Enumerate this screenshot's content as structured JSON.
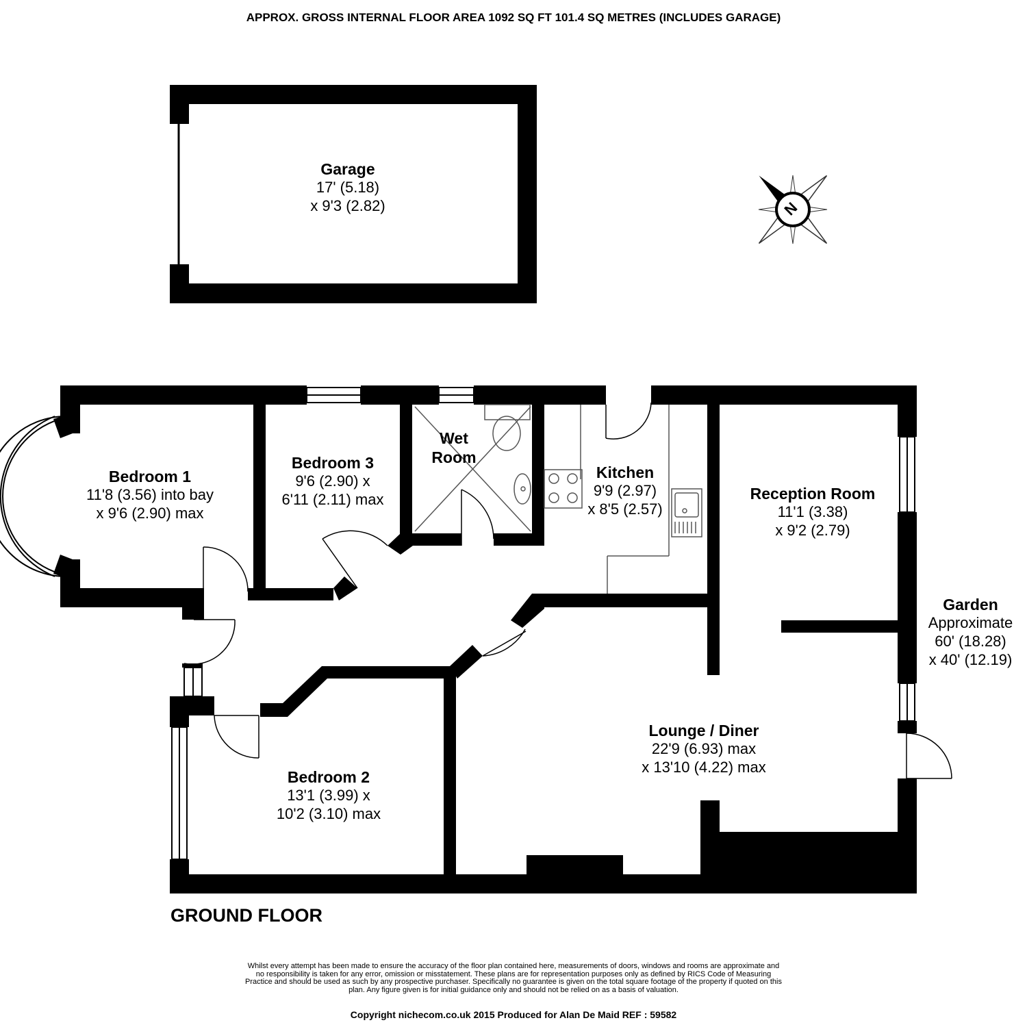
{
  "header": {
    "area_text": "APPROX. GROSS INTERNAL FLOOR AREA 1092 SQ FT 101.4 SQ METRES (INCLUDES GARAGE)"
  },
  "floor": {
    "name": "GROUND FLOOR"
  },
  "rooms": {
    "garage": {
      "name": "Garage",
      "dim1": "17' (5.18)",
      "dim2": "x 9'3 (2.82)"
    },
    "bedroom1": {
      "name": "Bedroom 1",
      "dim1": "11'8 (3.56) into bay",
      "dim2": "x 9'6 (2.90) max"
    },
    "bedroom3": {
      "name": "Bedroom 3",
      "dim1": "9'6 (2.90) x",
      "dim2": "6'11 (2.11) max"
    },
    "wetroom": {
      "name1": "Wet",
      "name2": "Room"
    },
    "kitchen": {
      "name": "Kitchen",
      "dim1": "9'9 (2.97)",
      "dim2": "x 8'5 (2.57)"
    },
    "reception": {
      "name": "Reception Room",
      "dim1": "11'1 (3.38)",
      "dim2": "x 9'2 (2.79)"
    },
    "lounge": {
      "name": "Lounge / Diner",
      "dim1": "22'9 (6.93) max",
      "dim2": "x 13'10 (4.22) max"
    },
    "bedroom2": {
      "name": "Bedroom 2",
      "dim1": "13'1 (3.99) x",
      "dim2": "10'2 (3.10) max"
    }
  },
  "garden": {
    "name": "Garden",
    "line1": "Approximate",
    "line2": "60' (18.28)",
    "line3": "x 40' (12.19)"
  },
  "compass": {
    "label": "N",
    "icon": "compass-rose-icon"
  },
  "footer": {
    "disclaimer": "Whilst every attempt has been made to ensure the accuracy of the floor plan contained here, measurements of doors, windows and rooms are approximate and no responsibility is taken for any error, omission or misstatement. These plans are for representation purposes only as defined by RICS Code of Measuring Practice and should be used as such by any prospective purchaser. Specifically no guarantee is given on the total square footage of the property if quoted on this plan. Any figure given is for initial guidance only and should not be relied on as a basis of valuation.",
    "copyright": "Copyright nichecom.co.uk 2015   Produced for Alan De Maid   REF :  59582"
  },
  "colors": {
    "wall": "#000000",
    "background": "#ffffff",
    "fixture_line": "#555555"
  }
}
